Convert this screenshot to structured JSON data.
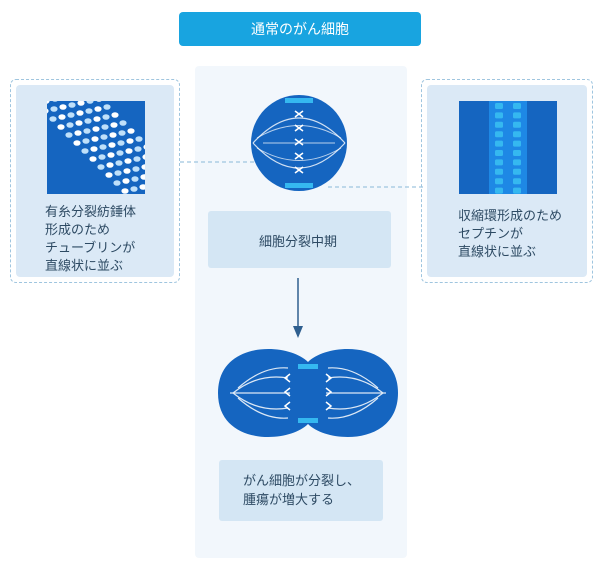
{
  "title": "通常のがん細胞",
  "center": {
    "stage_label": "細胞分裂中期",
    "result_label_line1": "がん細胞が分裂し、",
    "result_label_line2": "腫瘍が増大する"
  },
  "left_panel": {
    "line1": "有糸分裂紡錘体",
    "line2": "形成のため",
    "line3": "チューブリンが",
    "line4": "直線状に並ぶ"
  },
  "right_panel": {
    "line1": "収縮環形成のため",
    "line2": "セプチンが",
    "line3": "直線状に並ぶ"
  },
  "colors": {
    "title_bg": "#18a4e0",
    "cell_blue": "#1565c0",
    "panel_bg": "#dbe9f6",
    "accent_cyan": "#35b8f0"
  }
}
